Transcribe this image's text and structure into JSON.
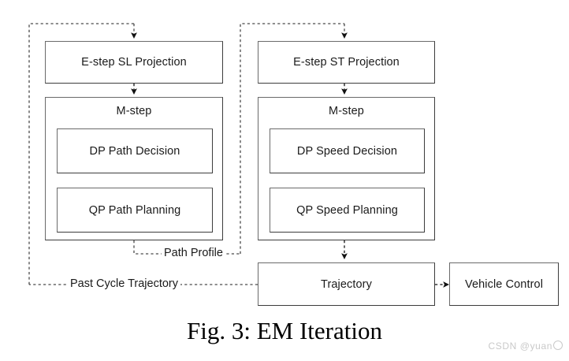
{
  "figure": {
    "caption": "Fig. 3: EM Iteration",
    "watermark_text": "CSDN @yuan",
    "watermark_icon": "circle-outline-icon",
    "background_color": "#ffffff",
    "box_border_color": "#3c3c3c",
    "dashed_line_color": "#4a4a4a",
    "text_color": "#1a1a1a",
    "watermark_color": "#c9c9c9"
  },
  "left_column": {
    "estep": {
      "label": "E-step SL Projection"
    },
    "mstep": {
      "title": "M-step",
      "children": [
        {
          "label": "DP Path Decision"
        },
        {
          "label": "QP Path Planning"
        }
      ]
    }
  },
  "right_column": {
    "estep": {
      "label": "E-step ST Projection"
    },
    "mstep": {
      "title": "M-step",
      "children": [
        {
          "label": "DP Speed Decision"
        },
        {
          "label": "QP Speed Planning"
        }
      ]
    }
  },
  "outputs": {
    "trajectory": {
      "label": "Trajectory"
    },
    "vehicle_control": {
      "label": "Vehicle Control"
    }
  },
  "edge_labels": {
    "path_profile": "Path Profile",
    "past_cycle_trajectory": "Past Cycle Trajectory"
  }
}
